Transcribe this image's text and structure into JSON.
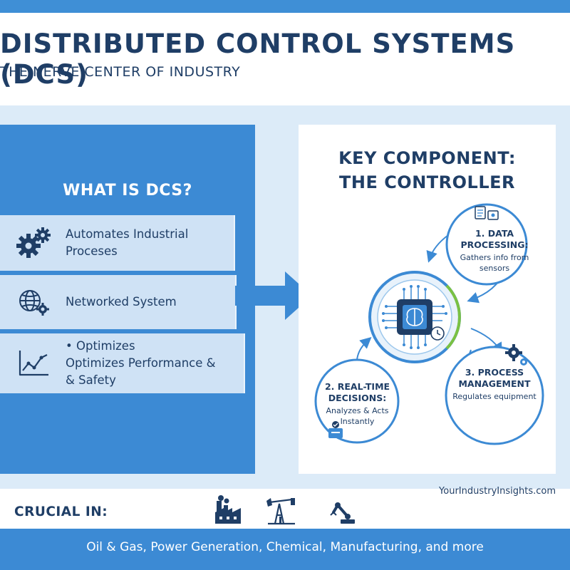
{
  "header": {
    "title": "DISTRIBUTED CONTROL SYSTEMS (DCS)",
    "subtitle": "THE NERVE CENTER OF INDUSTRY"
  },
  "left": {
    "heading": "WHAT IS DCS?",
    "features": [
      {
        "icon": "gears-icon",
        "line1": "Automates Industrial",
        "line2": "Proceses"
      },
      {
        "icon": "globe-network-icon",
        "line1": "Networked System",
        "line2": ""
      },
      {
        "icon": "line-chart-icon",
        "line1": "• Optimizes",
        "line2": "Optimizes Performance &",
        "line3": "& Safety"
      }
    ]
  },
  "right": {
    "heading_line1": "KEY COMPONENT:",
    "heading_line2": "THE CONTROLLER",
    "center_icon": "chip-brain-icon",
    "nodes": [
      {
        "title": "1. DATA PROCESSING:",
        "desc_line1": "Gathers info from",
        "desc_line2": "sensors",
        "icon": "documents-icon"
      },
      {
        "title_line1": "2. REAL-TIME",
        "title_line2": "DECISIONS:",
        "desc": "Analyzes & Acts Instantly",
        "icon": "decision-icon"
      },
      {
        "title_line1": "3. PROCESS",
        "title_line2": "MANAGEMENT",
        "desc": "Regulates equipment",
        "icon": "gears-icon"
      }
    ]
  },
  "footer": {
    "url": "YourIndustryInsights.com",
    "crucial_label": "CRUCIAL IN:",
    "industries": "Oil & Gas, Power Generation, Chemical, Manufacturing, and more",
    "industry_icons": [
      "factory-icon",
      "oil-pump-icon",
      "robot-arm-icon"
    ]
  },
  "colors": {
    "primary_blue": "#3c8ad4",
    "navy_text": "#1f3e66",
    "light_blue": "#cfe2f5",
    "bg_blue": "#dcebf8",
    "accent_green": "#7ac143"
  }
}
